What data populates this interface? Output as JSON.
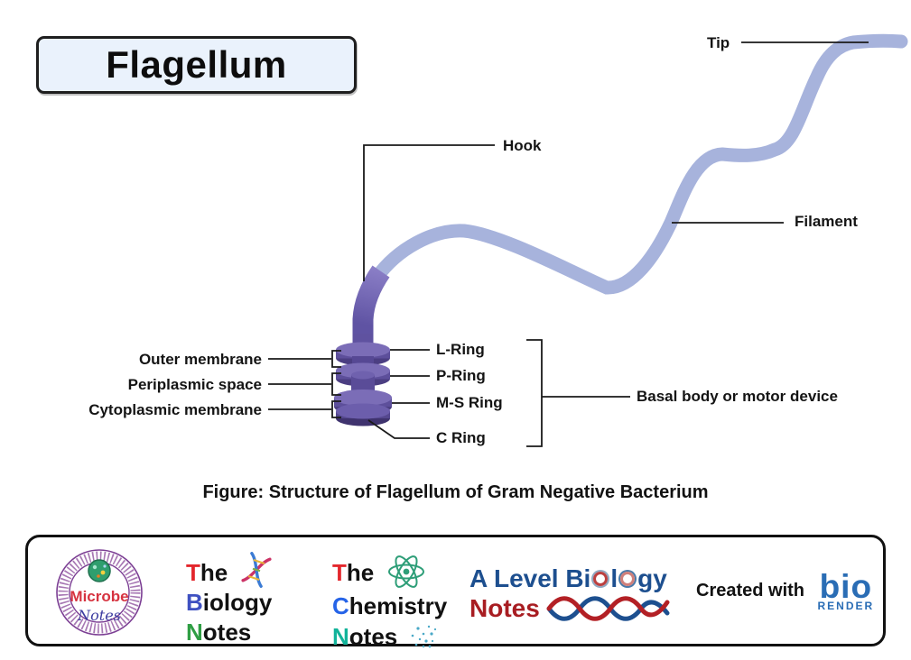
{
  "title": {
    "text": "Flagellum"
  },
  "caption": "Figure: Structure of Flagellum of Gram Negative Bacterium",
  "labels": {
    "tip": "Tip",
    "hook": "Hook",
    "filament": "Filament",
    "l_ring": "L-Ring",
    "p_ring": "P-Ring",
    "ms_ring": "M-S Ring",
    "c_ring": "C Ring",
    "outer_membrane": "Outer membrane",
    "periplasmic_space": "Periplasmic space",
    "cytoplasmic_membrane": "Cytoplasmic membrane",
    "basal_body": "Basal body or motor device"
  },
  "colors": {
    "filament": "#a7b3dc",
    "hook": "#6257a8",
    "ring_top": "#7b6db7",
    "ring_side": "#5d4f9b",
    "ring_dark": "#4b3e82",
    "leader_line": "#1a1a1a",
    "title_box_bg": "#eaf2fc",
    "brand_red": "#e3262c",
    "brand_blue": "#1d4f8f",
    "biorender_blue": "#2a6db5",
    "microbe_red": "#d63340",
    "microbe_purple": "#7c3f94"
  },
  "footer": {
    "microbe": {
      "line1": "Microbe",
      "line2": "Notes"
    },
    "biology": {
      "t1": "T",
      "t1_rest": "he",
      "t2": "B",
      "t2_rest": "iology",
      "t3": "N",
      "t3_rest": "otes"
    },
    "chemistry": {
      "t1": "T",
      "t1_rest": "he",
      "t2": "C",
      "t2_rest": "hemistry",
      "t3": "N",
      "t3_rest": "otes"
    },
    "alevel": {
      "seg1": "A Level Bi",
      "seg2": "l",
      "seg3": "gy",
      "line2": "Notes"
    },
    "created_with": "Created with",
    "biorender": {
      "name": "bio",
      "sub": "RENDER"
    }
  }
}
